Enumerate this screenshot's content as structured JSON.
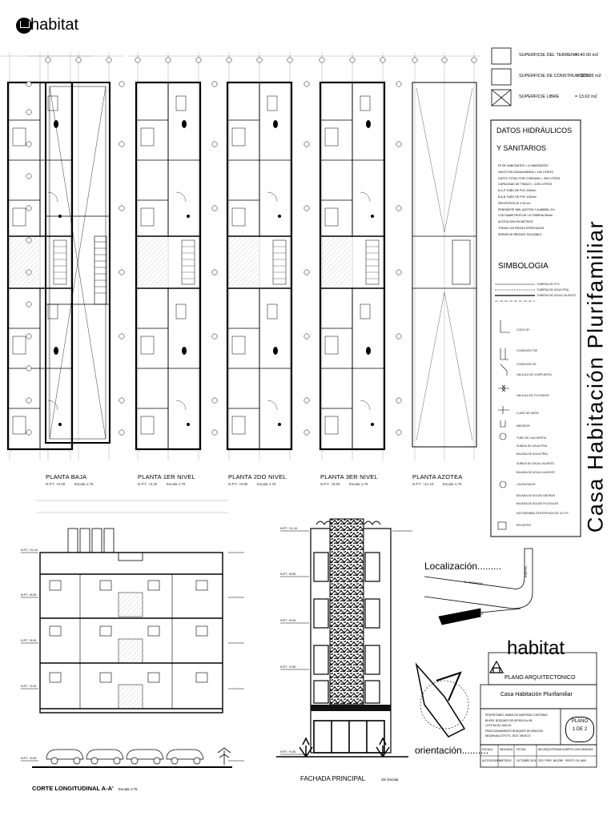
{
  "brand": {
    "name": "habitat"
  },
  "plans": [
    {
      "title": "PLANTA BAJA",
      "npt": "N.P.T. +0.00",
      "scale": "Escala 1:75"
    },
    {
      "title": "PLANTA 1ER NIVEL",
      "npt": "N.P.T. +3.30",
      "scale": "Escala 1:75"
    },
    {
      "title": "PLANTA 2DO NIVEL",
      "npt": "N.P.T. +5.90",
      "scale": "Escala 1:75"
    },
    {
      "title": "PLANTA 3ER NIVEL",
      "npt": "N.P.T. +8.50",
      "scale": "Escala 1:75"
    },
    {
      "title": "PLANTA AZOTEA",
      "npt": "N.P.T. +11.10",
      "scale": "Escala 1:75"
    }
  ],
  "surfaces": [
    {
      "label": "SUPERFICIE DEL TERRENO",
      "value": "=140.00 m2"
    },
    {
      "label": "SUPERFICIE DE CONSTRUCCION",
      "value": "= 523.35 m2"
    },
    {
      "label": "SUPERFICIE LIBRE",
      "value": "= 13.62 m2"
    }
  ],
  "hydraulics": {
    "title_line1": "DATOS HIDRÁULICOS",
    "title_line2": "Y SANITARIOS",
    "lines": [
      "Nº DE HABITANTES = 6 HABITANTES",
      "GASTO DE AGUA/HAB/DIA = 150 LITROS",
      "GASTO TOTAL POR CONSUMO = 300 LITROS",
      "CAPACIDAD DE TINACO = 1100 LITROS",
      "B.A.P TUBO DE PVC 100mm",
      "B.A.N TUBO DE PVC 100mm",
      "REGISTROS 40 X 60 cm",
      "PENDIENTE MIN. AZOTEA Y ALBAÑAL 2%",
      "LOS DIAMETROS DE LA TUBERIA 50mm",
      "ACOTACION EN METROS",
      "TODAS LAS PIEZAS ESPECIALES",
      "SERAN DE BRONCE SOLDABLE"
    ]
  },
  "simbologia": {
    "title": "SIMBOLOGIA",
    "lines": [
      "TUBERIA DE PVC",
      "TUBERIA DE AGUA FRIA",
      "TUBERIA DE AGUA CALIENTE",
      "CODO 90º",
      "CONEXION TEE",
      "CONEXION 45º",
      "VALVULA DE COMPUERTA",
      "VALVULA DE FLOTADOR",
      "LLAVE DE NARIZ",
      "MEDIDOR",
      "TUBO DE CALDERETA",
      "SUBIDA DE AGUA FRIA",
      "BAJADA DE AGUA FRIA",
      "SUBIDA DE AGUA CALIENTE",
      "BAJADA DE AGUA CALIENTE",
      "CALENTADOR",
      "BAJADA DE AGUAS NEGRAS",
      "BAJADA DE AGUAS PLUVIALES",
      "MOTOBOMBA CENTRIFUGA DE 1/2 H.P.",
      "REGISTRO"
    ]
  },
  "vertical_title": "Casa Habitación Plurifamiliar",
  "section": {
    "title": "CORTE LONGITUDINAL A-A'",
    "scale": "Escala 1:75"
  },
  "facade": {
    "title": "FACHADA PRINCIPAL",
    "scale": "Sin Escala"
  },
  "levels_section": [
    "N.P.T. +11.10",
    "N.P.T. +8.50",
    "N.P.T. +5.90",
    "N.P.T. +3.30",
    "N.P.T. +0.00"
  ],
  "levels_facade": [
    "N.P.T. +11.10",
    "N.P.T. +8.50",
    "N.P.T. +5.90",
    "N.P.T. +3.30",
    "N.P.T. +0.00"
  ],
  "localizacion": {
    "label": "Localización.........",
    "street1": "B. RHODESIA",
    "street2": "BLVRD. BOSQUES DE AFRICA",
    "street3": "EGIPTO"
  },
  "orientacion": {
    "label": "orientación.........."
  },
  "title_block": {
    "brand": "habitat",
    "type": "PLANO ARQUITECTONICO",
    "project": "Casa Habitación Plurifamiliar",
    "plano_label": "PLANO",
    "plano_number": "1 DE 2",
    "address_lines": [
      "PROPIETARIO: MARIA DE MARTINEZ CHICERAS",
      "BLVRD. BOSQUES DE AFRICA No.55",
      "LOTE No.54, MZA 40",
      "FRACCIONAMIENTO BOSQUES DE ARAGON",
      "NEZAHUALCOYOTL, EDO. MEXICO"
    ],
    "cells": [
      "ESCALA",
      "INDICADA",
      "FECHA",
      "OCTUBRE 2010",
      "ING.ARQ.ESTEBAN ALBERTO LIRA VANEGAS",
      "CED. PROF. 5612390",
      "ACOTACIONES",
      "METROS",
      "PERITO: R1-4/6/5"
    ]
  }
}
